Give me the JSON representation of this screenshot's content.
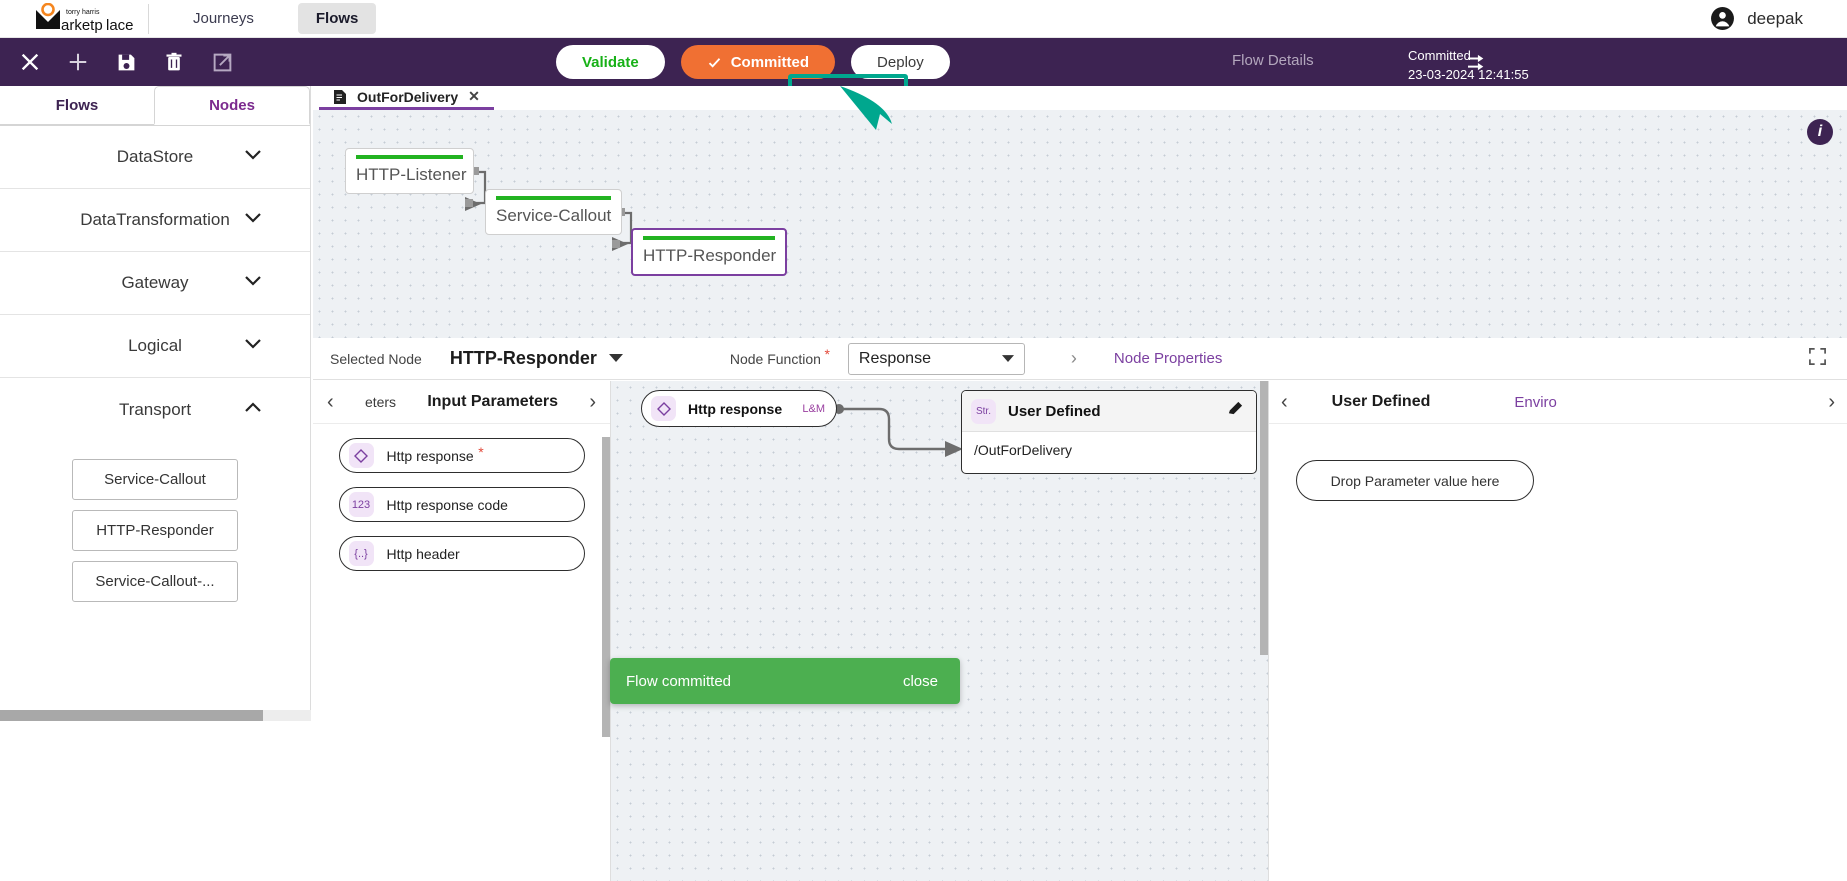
{
  "header": {
    "brand_top": "torry harris",
    "brand_main": "marketplace",
    "nav": [
      {
        "label": "Journeys",
        "active": false
      },
      {
        "label": "Flows",
        "active": true
      }
    ],
    "user": {
      "name": "deepak",
      "icon": "account-circle-icon"
    }
  },
  "toolbar": {
    "icons": [
      "close-icon",
      "add-icon",
      "save-icon",
      "delete-icon",
      "open-external-icon"
    ],
    "validate_label": "Validate",
    "committed_label": "Committed",
    "deploy_label": "Deploy",
    "flow_details_label": "Flow Details",
    "shuffle_icon": "shuffle-icon",
    "commit_status": "Committed",
    "commit_time": "23-03-2024 12:41:55",
    "highlight_color": "#00a78e",
    "bar_color": "#3d2352",
    "committed_color": "#f07033",
    "validate_color": "#17b117"
  },
  "sidebar": {
    "tabs": [
      {
        "label": "Flows",
        "active": false
      },
      {
        "label": "Nodes",
        "active": true
      }
    ],
    "categories": [
      {
        "label": "DataStore",
        "expanded": false
      },
      {
        "label": "DataTransformation",
        "expanded": false
      },
      {
        "label": "Gateway",
        "expanded": false
      },
      {
        "label": "Logical",
        "expanded": false
      },
      {
        "label": "Transport",
        "expanded": true
      }
    ],
    "transport_nodes": [
      "Service-Callout",
      "HTTP-Responder",
      "Service-Callout-..."
    ]
  },
  "canvas_tab": {
    "icon": "document-icon",
    "name": "OutForDelivery",
    "close": "✕"
  },
  "flow": {
    "nodes": [
      {
        "label": "HTTP-Listener",
        "selected": false
      },
      {
        "label": "Service-Callout",
        "selected": false
      },
      {
        "label": "HTTP-Responder",
        "selected": true
      }
    ],
    "info_icon": "info-icon"
  },
  "selected_node_bar": {
    "selected_node_label": "Selected Node",
    "selected_node_value": "HTTP-Responder",
    "node_function_label": "Node Function",
    "node_function_value": "Response",
    "separator": "›",
    "node_properties_label": "Node Properties",
    "expand_icon": "fullscreen-icon"
  },
  "params_panel": {
    "prev_tab": "eters",
    "title": "Input Parameters",
    "prev_icon": "chevron-left-icon",
    "next_icon": "chevron-right-icon",
    "rows": [
      {
        "label": "Http response",
        "icon": "diamond-icon",
        "required": true
      },
      {
        "label": "Http response code",
        "icon": "number-icon",
        "required": false
      },
      {
        "label": "Http header",
        "icon": "braces-icon",
        "required": false
      }
    ]
  },
  "mapping": {
    "source": {
      "label": "Http response",
      "icon": "diamond-icon",
      "tag": "L&M"
    },
    "target": {
      "title": "User Defined",
      "badge": "Str.",
      "value": "/OutForDelivery",
      "edit_icon": "pencil-icon"
    }
  },
  "right_panel": {
    "prev_icon": "chevron-left-icon",
    "next_icon": "chevron-right-icon",
    "tab_active": "User Defined",
    "tab_other": "Enviro",
    "dropzone_label": "Drop Parameter value here"
  },
  "toast": {
    "message": "Flow committed",
    "close_label": "close",
    "color": "#4caf50"
  }
}
